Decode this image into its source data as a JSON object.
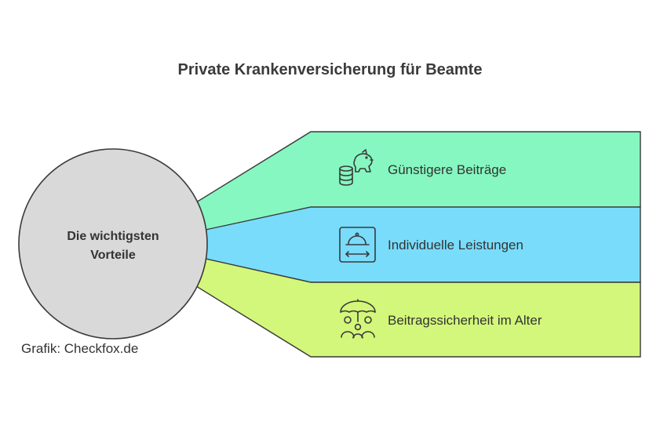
{
  "title": "Private Krankenversicherung für Beamte",
  "center": {
    "line1": "Die wichtigsten",
    "line2": "Vorteile"
  },
  "items": [
    {
      "label": "Günstigere Beiträge",
      "icon": "piggy-bank-coins-icon",
      "color": "#86f7c0"
    },
    {
      "label": "Individuelle Leistungen",
      "icon": "serving-cloche-icon",
      "color": "#79dcfb"
    },
    {
      "label": "Beitragssicherheit im Alter",
      "icon": "family-umbrella-icon",
      "color": "#d3f77a"
    }
  ],
  "center_color": "#d9d9d9",
  "credit": "Grafik: Checkfox.de"
}
